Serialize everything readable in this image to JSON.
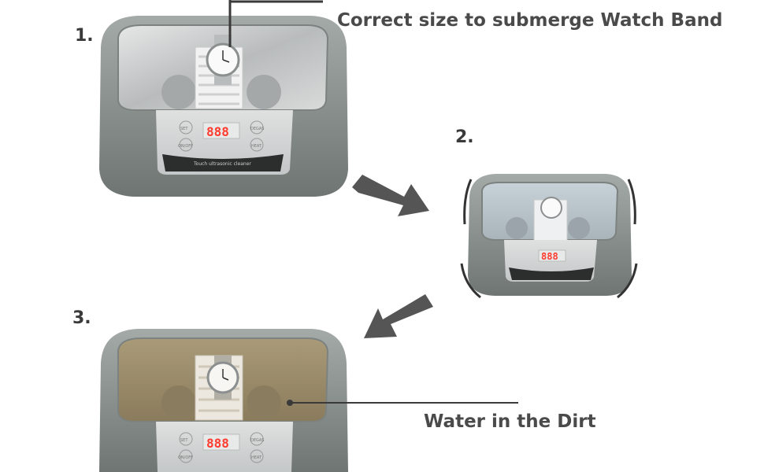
{
  "steps": {
    "one": "1.",
    "two": "2.",
    "three": "3."
  },
  "captions": {
    "top": "Correct size to submerge Watch Band",
    "bottom": "Water in the Dirt"
  },
  "display": {
    "digits": "888",
    "buttons": {
      "set": "SET",
      "onoff": "ON/OFF",
      "degas": "DEGAS",
      "heat": "HEAT"
    },
    "brand": "Touch ultrasonic cleaner"
  },
  "colors": {
    "body": "#8e9491",
    "tank": "#c9cbcb",
    "water": "#9a8a6a",
    "arrow": "#555555",
    "digits": "#ff3b2e"
  }
}
